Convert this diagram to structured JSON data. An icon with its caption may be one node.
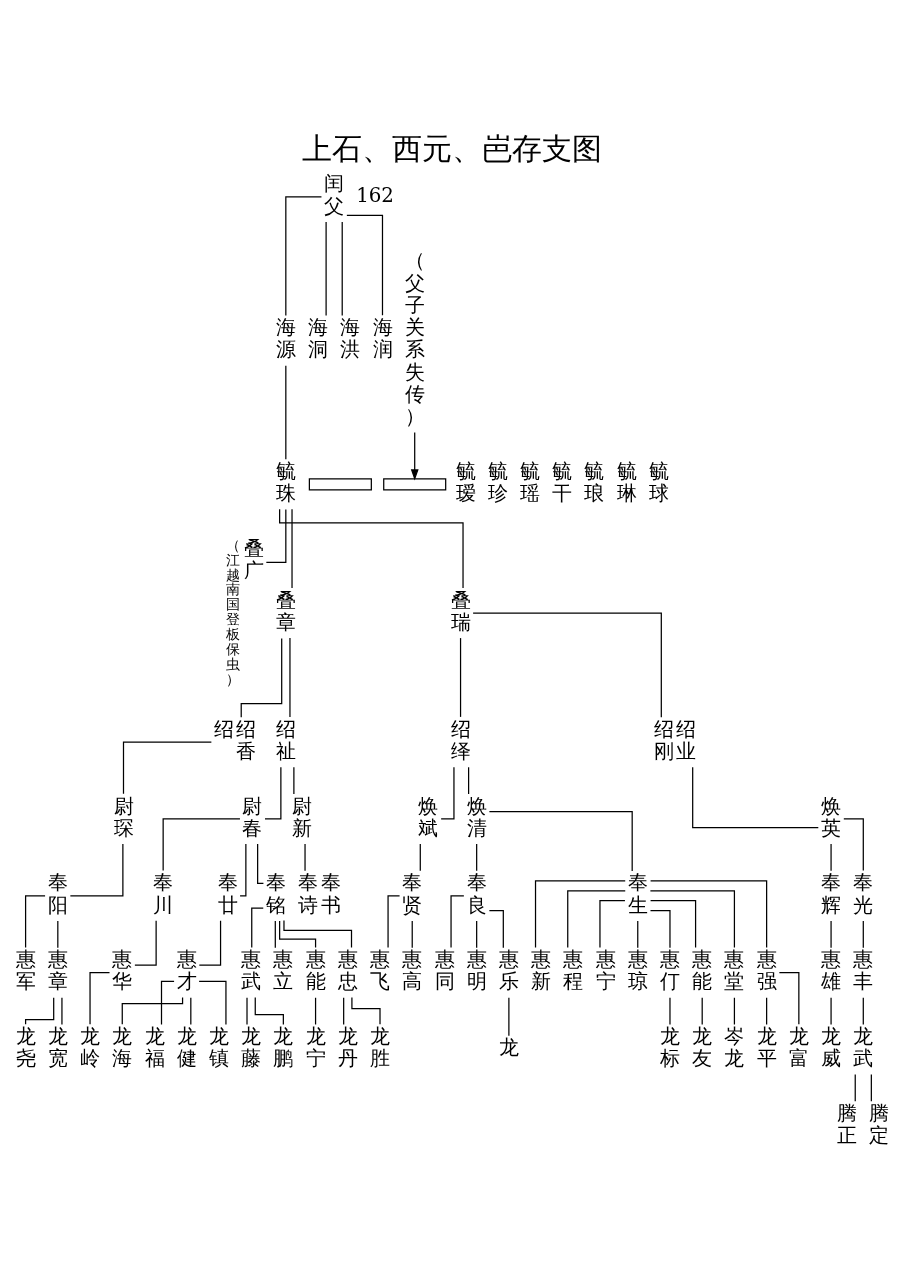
{
  "diagram": {
    "title": "上石、西元、岜存支图",
    "nodes": [
      {
        "text": [
          "闰父"
        ]
      },
      {
        "text": [
          "海源"
        ]
      },
      {
        "text": [
          "海洞"
        ]
      },
      {
        "text": [
          "海洪"
        ]
      },
      {
        "text": [
          "海润"
        ]
      },
      {
        "text": [],
        "shape": "box"
      },
      {
        "text": [],
        "shape": "box"
      },
      {
        "text": [
          "（父子关系失传）"
        ]
      },
      {
        "text": [
          "毓珠"
        ]
      },
      {
        "text": [
          "毓瑷"
        ]
      },
      {
        "text": [
          "毓珍"
        ]
      },
      {
        "text": [
          "毓瑶"
        ]
      },
      {
        "text": [
          "毓干"
        ]
      },
      {
        "text": [
          "毓琅"
        ]
      },
      {
        "text": [
          "毓琳"
        ]
      },
      {
        "text": [
          "毓球"
        ]
      },
      {
        "text": [
          "叠广"
        ],
        "beside": [
          "（江越南国登板保虫）"
        ]
      },
      {
        "text": [
          "叠章"
        ]
      },
      {
        "text": [
          "叠瑞"
        ]
      },
      {
        "text": [
          "绍",
          "绍香"
        ]
      },
      {
        "text": [
          "绍祉"
        ]
      },
      {
        "text": [
          "绍绎"
        ]
      },
      {
        "text": [
          "绍刚",
          "绍业"
        ]
      },
      {
        "text": [
          "尉琛"
        ]
      },
      {
        "text": [
          "尉春"
        ]
      },
      {
        "text": [
          "尉新"
        ]
      },
      {
        "text": [
          "焕斌"
        ]
      },
      {
        "text": [
          "焕清"
        ]
      },
      {
        "text": [
          "焕英"
        ]
      },
      {
        "text": [
          "奉阳"
        ]
      },
      {
        "text": [
          "奉川"
        ]
      },
      {
        "text": [
          "奉廿"
        ]
      },
      {
        "text": [
          "奉铭"
        ]
      },
      {
        "text": [
          "奉诗",
          "奉书"
        ]
      },
      {
        "text": [
          "奉贤"
        ]
      },
      {
        "text": [
          "奉良"
        ]
      },
      {
        "text": [
          "奉生"
        ]
      },
      {
        "text": [
          "奉辉"
        ]
      },
      {
        "text": [
          "奉光"
        ]
      },
      {
        "text": [
          "惠军"
        ]
      },
      {
        "text": [
          "惠章"
        ]
      },
      {
        "text": [
          "惠华"
        ]
      },
      {
        "text": [
          "惠才"
        ]
      },
      {
        "text": [
          "惠武"
        ]
      },
      {
        "text": [
          "惠立"
        ]
      },
      {
        "text": [
          "惠能"
        ]
      },
      {
        "text": [
          "惠忠"
        ]
      },
      {
        "text": [
          "惠飞"
        ]
      },
      {
        "text": [
          "惠高"
        ]
      },
      {
        "text": [
          "惠同"
        ]
      },
      {
        "text": [
          "惠明"
        ]
      },
      {
        "text": [
          "惠乐"
        ]
      },
      {
        "text": [
          "惠新"
        ]
      },
      {
        "text": [
          "惠程"
        ]
      },
      {
        "text": [
          "惠宁"
        ]
      },
      {
        "text": [
          "惠琼"
        ]
      },
      {
        "text": [
          "惠仃"
        ]
      },
      {
        "text": [
          "惠能"
        ]
      },
      {
        "text": [
          "惠堂"
        ]
      },
      {
        "text": [
          "惠强"
        ]
      },
      {
        "text": [
          "惠雄"
        ]
      },
      {
        "text": [
          "惠丰"
        ]
      },
      {
        "text": [
          "龙尧"
        ]
      },
      {
        "text": [
          "龙宽"
        ]
      },
      {
        "text": [
          "龙岭"
        ]
      },
      {
        "text": [
          "龙海"
        ]
      },
      {
        "text": [
          "龙福"
        ]
      },
      {
        "text": [
          "龙健"
        ]
      },
      {
        "text": [
          "龙镇"
        ]
      },
      {
        "text": [
          "龙藤"
        ]
      },
      {
        "text": [
          "龙鹏"
        ]
      },
      {
        "text": [
          "龙宁"
        ]
      },
      {
        "text": [
          "龙丹"
        ]
      },
      {
        "text": [
          "龙胜"
        ]
      },
      {
        "text": [
          "龙"
        ]
      },
      {
        "text": [
          "龙标"
        ]
      },
      {
        "text": [
          "龙友"
        ]
      },
      {
        "text": [
          "岑龙"
        ]
      },
      {
        "text": [
          "龙平"
        ]
      },
      {
        "text": [
          "龙富"
        ]
      },
      {
        "text": [
          "龙威"
        ]
      },
      {
        "text": [
          "龙武"
        ]
      },
      {
        "text": [
          "腾正"
        ]
      },
      {
        "text": [
          "腾定"
        ]
      }
    ],
    "edges": [
      {
        "from": 0,
        "to": 1,
        "arrow": "none"
      },
      {
        "from": 0,
        "to": 2,
        "arrow": "none"
      },
      {
        "from": 0,
        "to": 3,
        "arrow": "none"
      },
      {
        "from": 0,
        "to": 4,
        "arrow": "none"
      },
      {
        "from": 7,
        "to": 6,
        "arrow": "to"
      },
      {
        "from": 1,
        "to": 8,
        "arrow": "none"
      },
      {
        "from": 8,
        "to": 16,
        "arrow": "none"
      },
      {
        "from": 8,
        "to": 17,
        "arrow": "none"
      },
      {
        "from": 8,
        "to": 18,
        "arrow": "none"
      },
      {
        "from": 17,
        "to": 19,
        "arrow": "none"
      },
      {
        "from": 17,
        "to": 20,
        "arrow": "none"
      },
      {
        "from": 18,
        "to": 21,
        "arrow": "none"
      },
      {
        "from": 18,
        "to": 22,
        "arrow": "none"
      },
      {
        "from": 19,
        "to": 23,
        "arrow": "none"
      },
      {
        "from": 20,
        "to": 24,
        "arrow": "none"
      },
      {
        "from": 20,
        "to": 25,
        "arrow": "none"
      },
      {
        "from": 21,
        "to": 26,
        "arrow": "none"
      },
      {
        "from": 21,
        "to": 27,
        "arrow": "none"
      },
      {
        "from": 22,
        "to": 28,
        "arrow": "none"
      },
      {
        "from": 23,
        "to": 29,
        "arrow": "none"
      },
      {
        "from": 24,
        "to": 30,
        "arrow": "none"
      },
      {
        "from": 24,
        "to": 31,
        "arrow": "none"
      },
      {
        "from": 24,
        "to": 32,
        "arrow": "none"
      },
      {
        "from": 25,
        "to": 33,
        "arrow": "none"
      },
      {
        "from": 26,
        "to": 34,
        "arrow": "none"
      },
      {
        "from": 27,
        "to": 35,
        "arrow": "none"
      },
      {
        "from": 27,
        "to": 36,
        "arrow": "none"
      },
      {
        "from": 28,
        "to": 37,
        "arrow": "none"
      },
      {
        "from": 28,
        "to": 38,
        "arrow": "none"
      },
      {
        "from": 29,
        "to": 39,
        "arrow": "none"
      },
      {
        "from": 29,
        "to": 40,
        "arrow": "none"
      },
      {
        "from": 30,
        "to": 41,
        "arrow": "none"
      },
      {
        "from": 31,
        "to": 42,
        "arrow": "none"
      },
      {
        "from": 32,
        "to": 43,
        "arrow": "none"
      },
      {
        "from": 32,
        "to": 44,
        "arrow": "none"
      },
      {
        "from": 32,
        "to": 45,
        "arrow": "none"
      },
      {
        "from": 32,
        "to": 46,
        "arrow": "none"
      },
      {
        "from": 34,
        "to": 47,
        "arrow": "none"
      },
      {
        "from": 34,
        "to": 48,
        "arrow": "none"
      },
      {
        "from": 35,
        "to": 49,
        "arrow": "none"
      },
      {
        "from": 35,
        "to": 50,
        "arrow": "none"
      },
      {
        "from": 35,
        "to": 51,
        "arrow": "none"
      },
      {
        "from": 36,
        "to": 52,
        "arrow": "none"
      },
      {
        "from": 36,
        "to": 53,
        "arrow": "none"
      },
      {
        "from": 36,
        "to": 54,
        "arrow": "none"
      },
      {
        "from": 36,
        "to": 55,
        "arrow": "none"
      },
      {
        "from": 36,
        "to": 56,
        "arrow": "none"
      },
      {
        "from": 36,
        "to": 57,
        "arrow": "none"
      },
      {
        "from": 36,
        "to": 58,
        "arrow": "none"
      },
      {
        "from": 36,
        "to": 59,
        "arrow": "none"
      },
      {
        "from": 37,
        "to": 60,
        "arrow": "none"
      },
      {
        "from": 38,
        "to": 61,
        "arrow": "none"
      },
      {
        "from": 40,
        "to": 62,
        "arrow": "none"
      },
      {
        "from": 40,
        "to": 63,
        "arrow": "none"
      },
      {
        "from": 41,
        "to": 64,
        "arrow": "none"
      },
      {
        "from": 42,
        "to": 65,
        "arrow": "none"
      },
      {
        "from": 42,
        "to": 66,
        "arrow": "none"
      },
      {
        "from": 42,
        "to": 67,
        "arrow": "none"
      },
      {
        "from": 42,
        "to": 68,
        "arrow": "none"
      },
      {
        "from": 43,
        "to": 69,
        "arrow": "none"
      },
      {
        "from": 43,
        "to": 70,
        "arrow": "none"
      },
      {
        "from": 45,
        "to": 71,
        "arrow": "none"
      },
      {
        "from": 46,
        "to": 72,
        "arrow": "none"
      },
      {
        "from": 46,
        "to": 73,
        "arrow": "none"
      },
      {
        "from": 51,
        "to": 74,
        "arrow": "none"
      },
      {
        "from": 56,
        "to": 75,
        "arrow": "none"
      },
      {
        "from": 57,
        "to": 76,
        "arrow": "none"
      },
      {
        "from": 58,
        "to": 77,
        "arrow": "none"
      },
      {
        "from": 59,
        "to": 78,
        "arrow": "none"
      },
      {
        "from": 59,
        "to": 79,
        "arrow": "none"
      },
      {
        "from": 60,
        "to": 80,
        "arrow": "none"
      },
      {
        "from": 61,
        "to": 81,
        "arrow": "none"
      },
      {
        "from": 81,
        "to": 82,
        "arrow": "none"
      },
      {
        "from": 81,
        "to": 83,
        "arrow": "none"
      }
    ],
    "labels": [
      "162"
    ]
  }
}
